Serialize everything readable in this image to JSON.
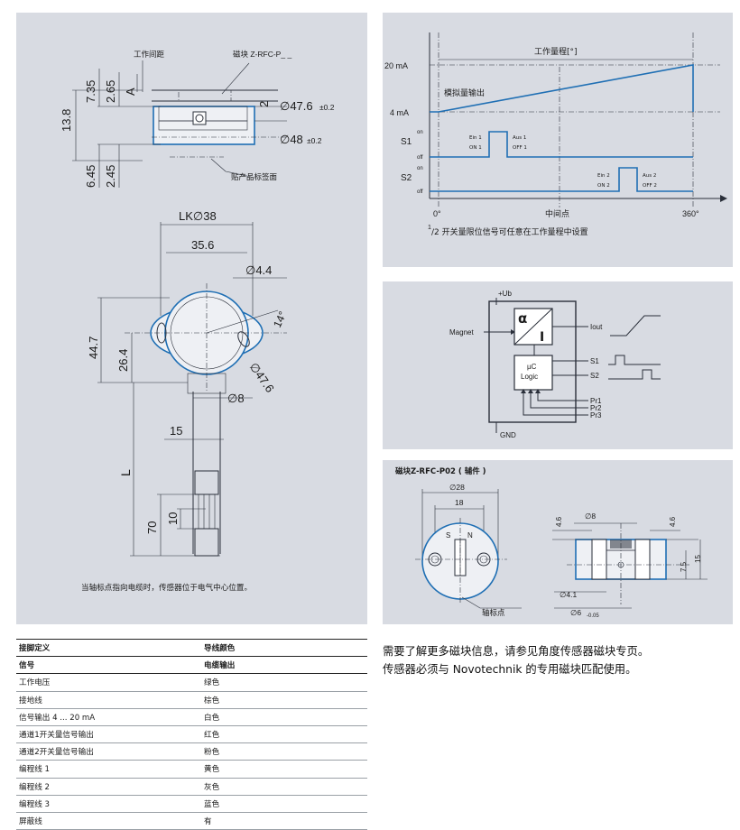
{
  "drawing": {
    "label_gap": "工作间距",
    "label_magnet": "磁块 Z-RFC-P_ _",
    "label_sticker": "贴产品标签面",
    "dim_7_35": "7.35",
    "dim_2_65": "2.65",
    "dim_A": "A",
    "dim_13_8": "13.8",
    "dim_6_45": "6.45",
    "dim_2_45": "2.45",
    "dim_2": "2",
    "dim_47_6": "∅47.6",
    "dim_47_6_tol": "±0.2",
    "dim_48": "∅48",
    "dim_48_tol": "±0.2",
    "dim_lk38": "LK∅38",
    "dim_35_6": "35.6",
    "dim_4_4": "∅4.4",
    "dim_14deg": "14°",
    "dim_44_7": "44.7",
    "dim_26_4": "26.4",
    "dim_8": "∅8",
    "dim_47_6b": "∅47.6",
    "dim_15": "15",
    "dim_L": "L",
    "dim_70": "70",
    "dim_10": "10",
    "caption": "当轴标点指向电缆时，传感器位于电气中心位置。"
  },
  "chart_data": {
    "type": "line",
    "title": "工作量程[°]",
    "series_label": "模拟量输出",
    "y_ticks": [
      "20 mA",
      "4 mA"
    ],
    "x_ticks": [
      "0°",
      "中间点",
      "360°"
    ],
    "x": [
      0,
      360
    ],
    "analog_output_mA": [
      4,
      20
    ],
    "s1": {
      "label": "S1",
      "on": "on",
      "off": "off",
      "ein": "Ein 1",
      "ein2": "ON 1",
      "aus": "Aus 1",
      "aus2": "OFF 1"
    },
    "s2": {
      "label": "S2",
      "on": "on",
      "off": "off",
      "ein": "Ein 2",
      "ein2": "ON 2",
      "aus": "Aus 2",
      "aus2": "OFF 2"
    },
    "footnote_sup": "1",
    "footnote": "/2 开关量限位信号可任意在工作量程中设置"
  },
  "block": {
    "ub": "+Ub",
    "magnet": "Magnet",
    "alpha": "α",
    "i": "I",
    "iout": "Iout",
    "uc": "µC",
    "logic": "Logic",
    "s1": "S1",
    "s2": "S2",
    "pr1": "Pr1",
    "pr2": "Pr2",
    "pr3": "Pr3",
    "gnd": "GND"
  },
  "magnet_part": {
    "title": "磁块Z-RFC-P02 ( 辅件 )",
    "d28": "∅28",
    "d18": "18",
    "s": "S",
    "n": "N",
    "axis": "轴标点",
    "d8": "∅8",
    "h46a": "4.6",
    "h46b": "4.6",
    "h75": "7.5",
    "h15": "15",
    "d41": "∅4.1",
    "d6": "∅6",
    "d6_tol": "-0.05"
  },
  "table": {
    "header1": [
      "接脚定义",
      "导线颜色"
    ],
    "header2": [
      "信号",
      "电缆输出"
    ],
    "rows": [
      [
        "工作电压",
        "绿色"
      ],
      [
        "接地线",
        "棕色"
      ],
      [
        "信号输出 4 ... 20 mA",
        "白色"
      ],
      [
        "通道1开关量信号输出",
        "红色"
      ],
      [
        "通道2开关量信号输出",
        "粉色"
      ],
      [
        "编程线 1",
        "黄色"
      ],
      [
        "编程线 2",
        "灰色"
      ],
      [
        "编程线 3",
        "蓝色"
      ],
      [
        "屏蔽线",
        "有"
      ]
    ]
  },
  "note": {
    "line1": "需要了解更多磁块信息，请参见角度传感器磁块专页。",
    "line2": "传感器必须与 Novotechnik 的专用磁块匹配使用。"
  }
}
